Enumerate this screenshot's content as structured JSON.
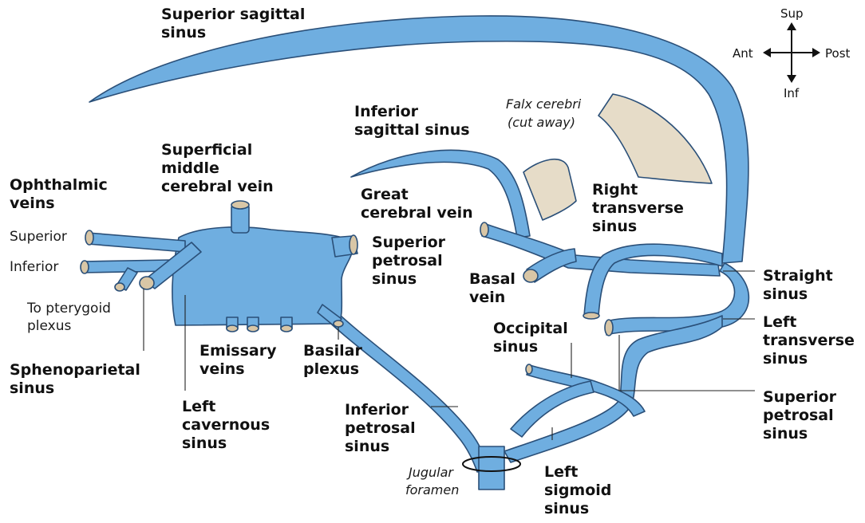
{
  "colors": {
    "vein_fill": "#6faee0",
    "vein_outline": "#2a4f78",
    "falx_fill": "#e6dcc8",
    "vessel_end": "#d8c6a6",
    "text": "#111111",
    "background": "#ffffff"
  },
  "compass": {
    "up": "Sup",
    "down": "Inf",
    "left": "Ant",
    "right": "Post"
  },
  "labels": {
    "superior_sagittal": [
      "Superior sagittal",
      "sinus"
    ],
    "inferior_sagittal": [
      "Inferior",
      "sagittal sinus"
    ],
    "falx_cerebri": [
      "Falx cerebri",
      "(cut away)"
    ],
    "superficial_middle": [
      "Superficial",
      "middle",
      "cerebral vein"
    ],
    "ophthalmic": [
      "Ophthalmic",
      "veins"
    ],
    "ophthalmic_superior": "Superior",
    "ophthalmic_inferior": "Inferior",
    "pterygoid": [
      "To pterygoid",
      "plexus"
    ],
    "great_cerebral": [
      "Great",
      "cerebral vein"
    ],
    "right_transverse": [
      "Right",
      "transverse",
      "sinus"
    ],
    "superior_petrosal_upper": [
      "Superior",
      "petrosal",
      "sinus"
    ],
    "basal_vein": [
      "Basal",
      "vein"
    ],
    "straight_sinus": [
      "Straight",
      "sinus"
    ],
    "occipital_sinus": [
      "Occipital",
      "sinus"
    ],
    "left_transverse": [
      "Left",
      "transverse",
      "sinus"
    ],
    "emissary": [
      "Emissary",
      "veins"
    ],
    "basilar": [
      "Basilar",
      "plexus"
    ],
    "sphenoparietal": [
      "Sphenoparietal",
      "sinus"
    ],
    "left_cavernous": [
      "Left",
      "cavernous",
      "sinus"
    ],
    "inferior_petrosal": [
      "Inferior",
      "petrosal",
      "sinus"
    ],
    "superior_petrosal_lower": [
      "Superior",
      "petrosal",
      "sinus"
    ],
    "jugular": [
      "Jugular",
      "foramen"
    ],
    "left_sigmoid": [
      "Left",
      "sigmoid",
      "sinus"
    ]
  }
}
